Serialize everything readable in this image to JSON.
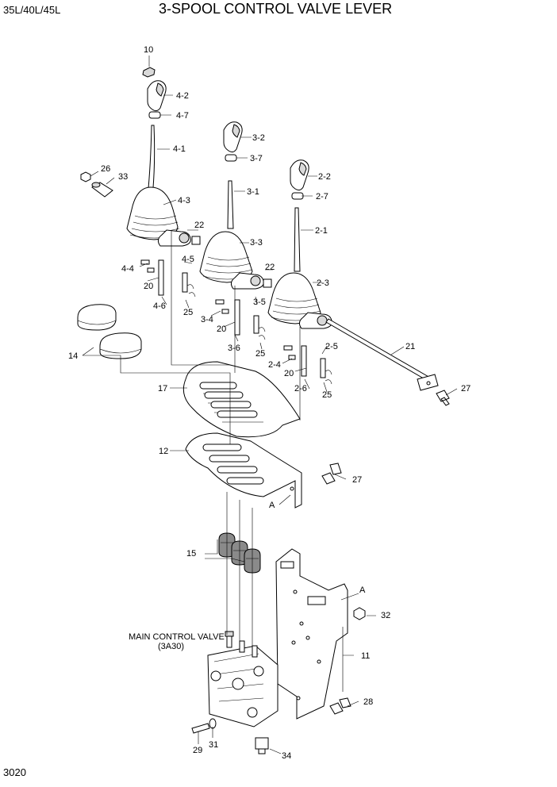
{
  "header": {
    "model": "35L/40L/45L",
    "title": "3-SPOOL CONTROL VALVE LEVER"
  },
  "footer": {
    "page_number": "3020"
  },
  "callouts": {
    "c10": "10",
    "c4_2": "4-2",
    "c4_7": "4-7",
    "c4_1": "4-1",
    "c3_2": "3-2",
    "c3_7": "3-7",
    "c3_1": "3-1",
    "c2_2": "2-2",
    "c2_7": "2-7",
    "c2_1": "2-1",
    "c26": "26",
    "c33": "33",
    "c4_3": "4-3",
    "c22a": "22",
    "c3_3": "3-3",
    "c4_4": "4-4",
    "c4_5": "4-5",
    "c20a": "20",
    "c4_6": "4-6",
    "c25a": "25",
    "c22b": "22",
    "c2_3": "2-3",
    "c3_5": "3-5",
    "c3_4": "3-4",
    "c20b": "20",
    "c25b": "25",
    "c3_6": "3-6",
    "c14": "14",
    "c21": "21",
    "c2_5": "2-5",
    "c2_4": "2-4",
    "c20c": "20",
    "c2_6": "2-6",
    "c25c": "25",
    "c27a": "27",
    "c17": "17",
    "c12": "12",
    "c27b": "27",
    "cA1": "A",
    "c15": "15",
    "cA2": "A",
    "c32": "32",
    "c11": "11",
    "c28": "28",
    "c29": "29",
    "c31": "31",
    "c34": "34"
  },
  "notes": {
    "main_valve_line1": "MAIN CONTROL VALVE",
    "main_valve_line2": "(3A30)"
  }
}
